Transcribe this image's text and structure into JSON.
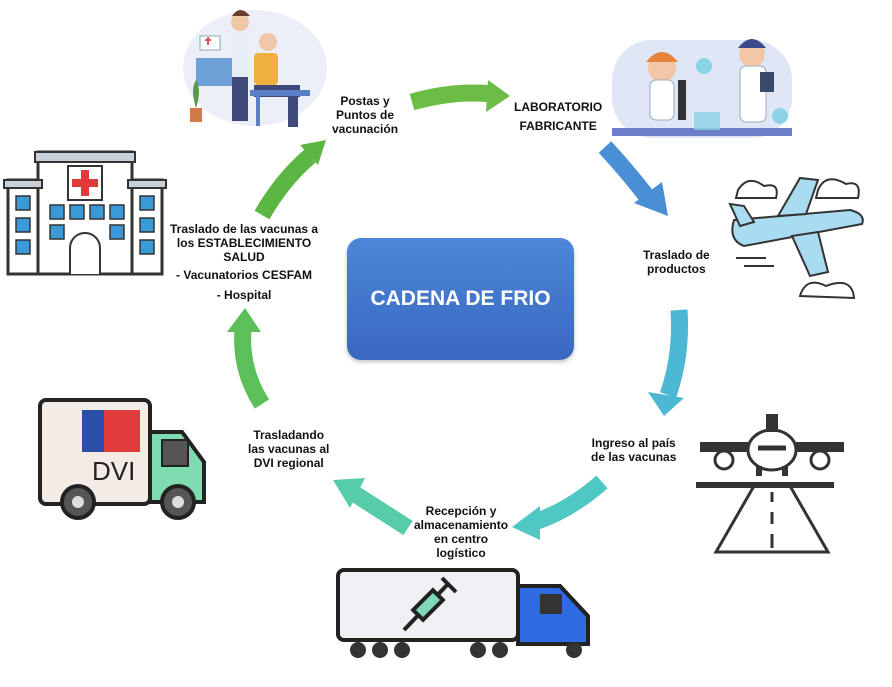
{
  "title": "CADENA DE FRIO",
  "nodes": {
    "vaccination": [
      "Postas y",
      "Puntos de",
      "vacunación"
    ],
    "lab": [
      "LABORATORIO",
      "FABRICANTE"
    ],
    "transfer": [
      "Traslado de",
      "productos"
    ],
    "entry": [
      "Ingreso al país",
      "de las vacunas"
    ],
    "reception": [
      "Recepción y",
      "almacenamiento",
      "en centro",
      "logístico"
    ],
    "dvi_transfer": [
      "Trasladando",
      "las vacunas al",
      "DVI regional"
    ],
    "establishments": {
      "heading": [
        "Traslado de las vacunas a",
        "los ESTABLECIMIENTO",
        "SALUD"
      ],
      "item1": "- Vacunatorios  CESFAM",
      "item2": "- Hospital"
    }
  },
  "truck_label": "DVI",
  "colors": {
    "center": "#3d6fc6",
    "arrow_green": "#5bb643",
    "arrow_blue": "#4a8fd6",
    "arrow_cyan": "#4db8d3",
    "arrow_teal": "#56cda8"
  }
}
